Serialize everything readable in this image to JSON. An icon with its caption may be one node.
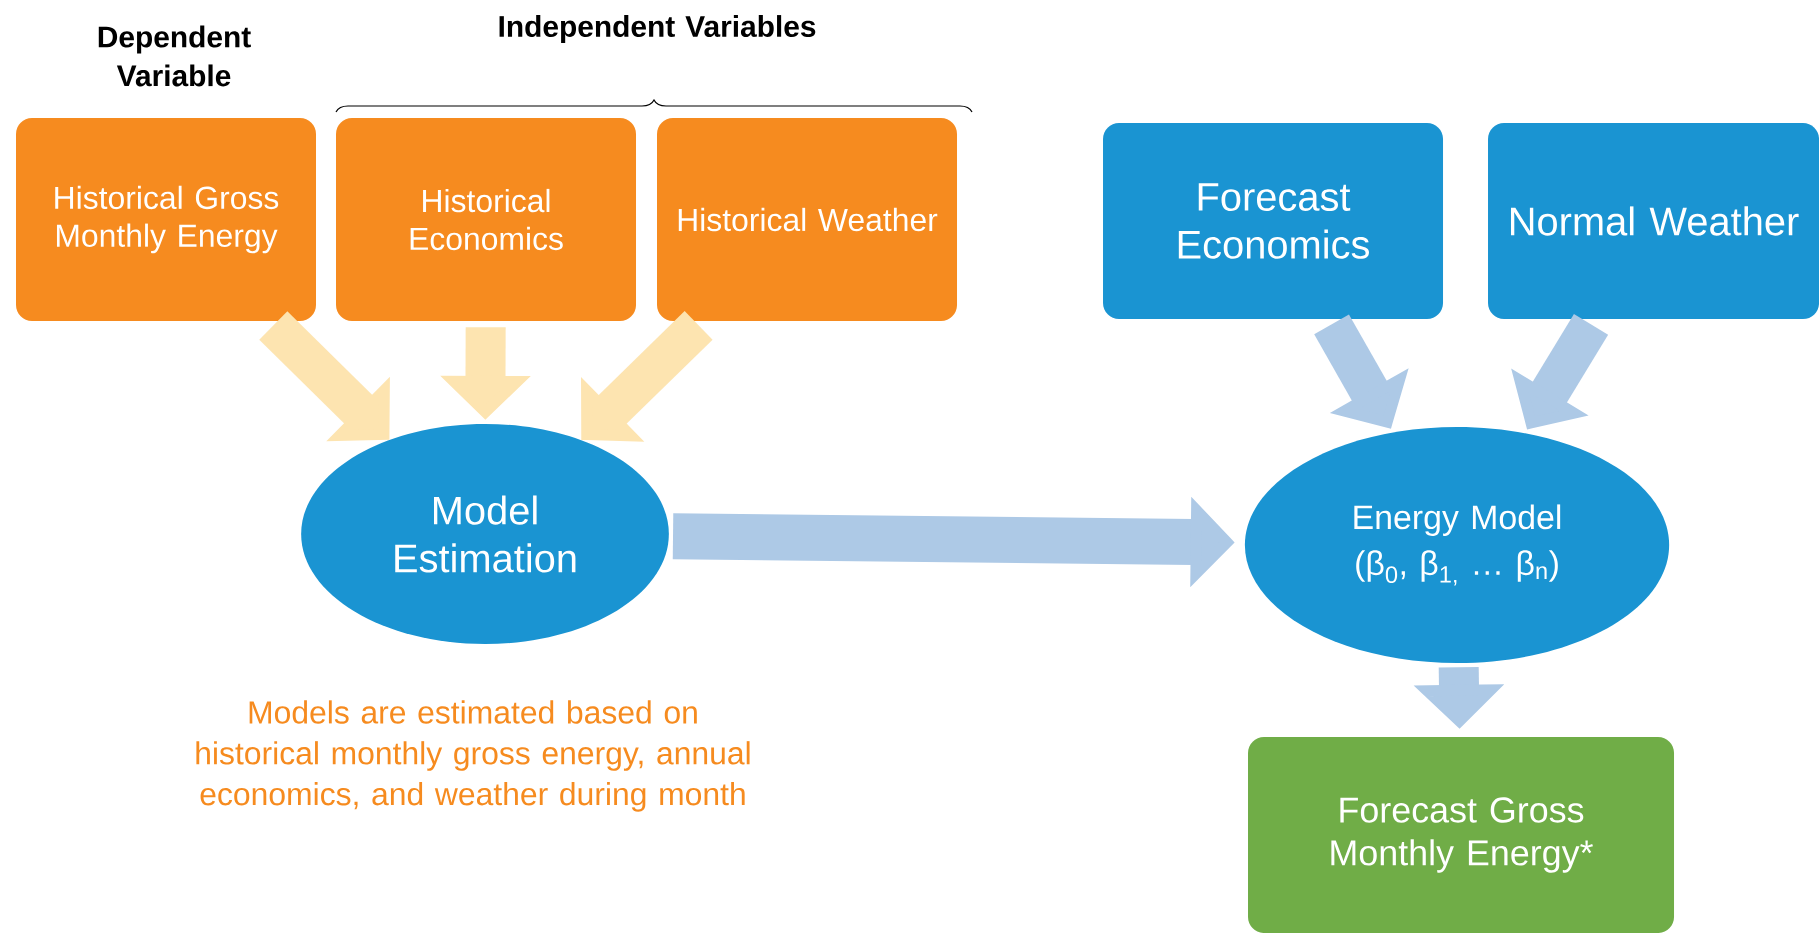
{
  "diagram": {
    "nodes": [
      {
        "text": [
          "Historical Gross Monthly Energy"
        ]
      },
      {
        "text": [
          "Historical Economics"
        ]
      },
      {
        "text": [
          "Historical Weather"
        ]
      },
      {
        "text": [
          "Forecast Economics"
        ]
      },
      {
        "text": [
          "Normal Weather"
        ]
      },
      {
        "text": [
          "Model Estimation"
        ]
      },
      {
        "text": [
          "Energy Model",
          "(β$_{0}$, β$_{1,}$ … β$_{n}$)"
        ]
      },
      {
        "text": [
          "Forecast Gross Monthly Energy*"
        ]
      }
    ],
    "edges": [
      {
        "from": 0,
        "to": 5,
        "arrow": "to",
        "color": "#fde4b0"
      },
      {
        "from": 1,
        "to": 5,
        "arrow": "to",
        "color": "#fde4b0"
      },
      {
        "from": 2,
        "to": 5,
        "arrow": "to",
        "color": "#fde4b0"
      },
      {
        "from": 3,
        "to": 6,
        "arrow": "to"
      },
      {
        "from": 4,
        "to": 6,
        "arrow": "to"
      },
      {
        "from": 5,
        "to": 6,
        "arrow": "to"
      },
      {
        "from": 6,
        "to": 7,
        "arrow": "to"
      }
    ],
    "labels": [
      "Dependent Variable",
      "Independent Variables",
      "Models are estimated based on historical monthly gross energy, annual economics, and weather during month"
    ]
  }
}
